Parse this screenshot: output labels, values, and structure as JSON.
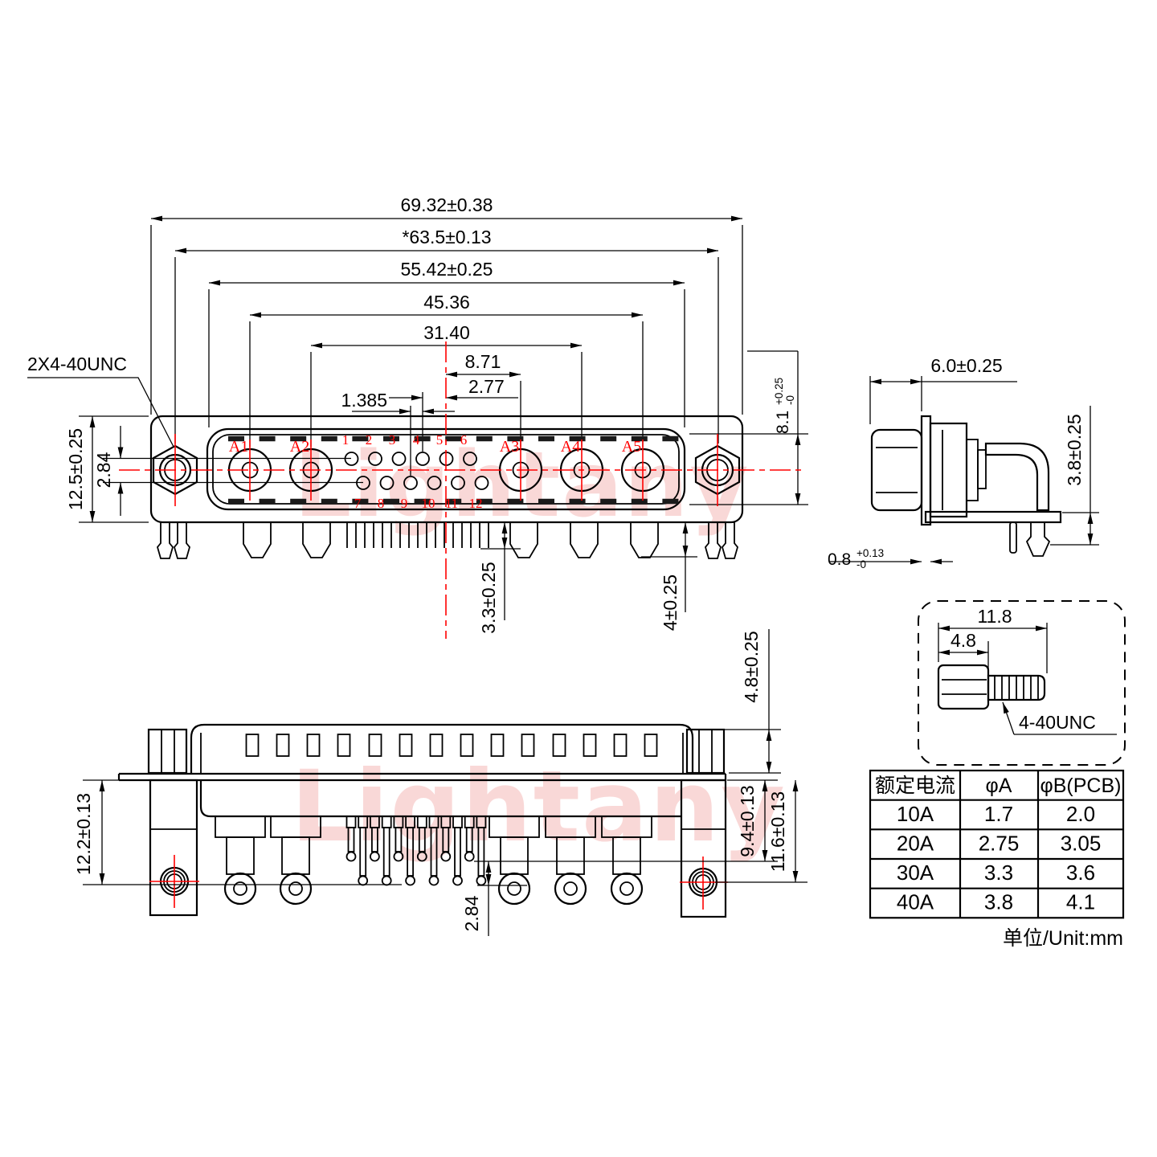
{
  "front_view": {
    "thread_label": "2X4-40UNC",
    "dims": {
      "overall_width": "69.32±0.38",
      "mount_span": "*63.5±0.13",
      "shell_width": "55.42±0.25",
      "coax_span": "45.36",
      "inner_span": "31.40",
      "center_to_a3": "8.71",
      "pin_pitch": "2.77",
      "pin_half_pitch": "1.385",
      "body_height": "12.5±0.25",
      "row_offset": "2.84",
      "shell_opening": "8.1",
      "shell_opening_tol_plus": "+0.25",
      "shell_opening_tol_minus": "-0",
      "pin_length": "3.3±0.25",
      "foot_length": "4±0.25"
    },
    "coax_labels": [
      "A1",
      "A2",
      "A3",
      "A4",
      "A5"
    ],
    "pins_top": [
      "1",
      "2",
      "3",
      "4",
      "5",
      "6"
    ],
    "pins_bottom": [
      "7",
      "8",
      "9",
      "10",
      "11",
      "12"
    ]
  },
  "side_view": {
    "dims": {
      "depth": "6.0±0.25",
      "pin_offset": "3.8±0.25",
      "flange": "0.8",
      "flange_tol_plus": "+0.13",
      "flange_tol_minus": "-0"
    }
  },
  "bottom_view": {
    "dims": {
      "bracket_height": "12.2±0.13",
      "tip_offset": "2.84",
      "pin_depth": "9.4±0.13",
      "hole_depth": "11.6±0.13",
      "standoff": "4.8±0.25"
    }
  },
  "screw_detail": {
    "dims": {
      "total_length": "11.8",
      "head_length": "4.8"
    },
    "thread_label": "4-40UNC"
  },
  "spec_table": {
    "col_headers": [
      "额定电流",
      "φA",
      "φB(PCB)"
    ],
    "rows": [
      [
        "10A",
        "1.7",
        "2.0"
      ],
      [
        "20A",
        "2.75",
        "3.05"
      ],
      [
        "30A",
        "3.3",
        "3.6"
      ],
      [
        "40A",
        "3.8",
        "4.1"
      ]
    ],
    "unit_note": "单位/Unit:mm"
  },
  "watermark": {
    "text": "Lightany"
  },
  "colors": {
    "line": "#000000",
    "accent_red": "#ff0000",
    "watermark_pink": "#f8cbca"
  }
}
